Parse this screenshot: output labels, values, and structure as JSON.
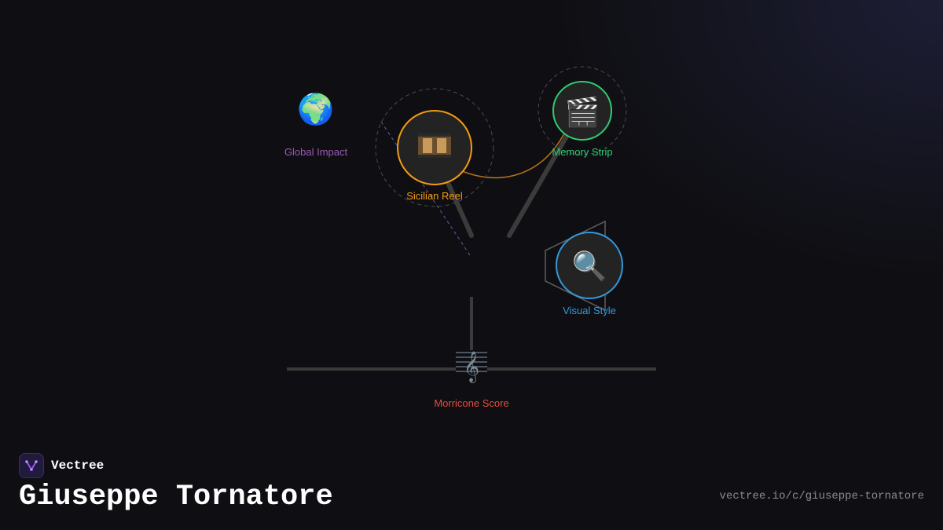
{
  "brand": {
    "name": "Vectree",
    "logo_icon": "vectree-branch-icon",
    "accent": "#a259ff"
  },
  "title": "Giuseppe Tornatore",
  "url": "vectree.io/c/giuseppe-tornatore",
  "nodes": {
    "global_impact": {
      "label": "Global Impact",
      "icon": "globe-icon",
      "glyph": "🌍",
      "color": "#9b59b6"
    },
    "sicilian_reel": {
      "label": "Sicilian Reel",
      "icon": "film-frames-icon",
      "glyph": "🎞",
      "color": "#f39c12"
    },
    "memory_strip": {
      "label": "Memory Strip",
      "icon": "clapper-board-icon",
      "glyph": "🎬",
      "color": "#2ecc71"
    },
    "visual_style": {
      "label": "Visual Style",
      "icon": "magnifying-glass-icon",
      "glyph": "🔍",
      "color": "#3498db"
    },
    "morricone_score": {
      "label": "Morricone Score",
      "icon": "music-staff-icon",
      "glyph": "𝄞",
      "color": "#e74c3c"
    }
  }
}
